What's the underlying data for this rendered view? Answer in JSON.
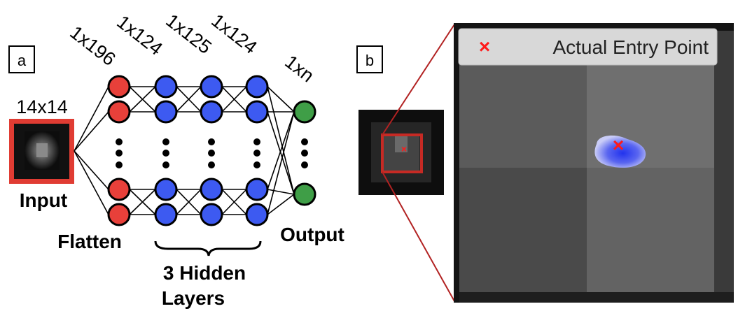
{
  "panel_a": {
    "tag": "a",
    "input_size": "14x14",
    "input_label": "Input",
    "flatten_label": "Flatten",
    "hidden_label_line1": "3 Hidden",
    "hidden_label_line2": "Layers",
    "output_label": "Output",
    "layer_sizes": [
      "1x196",
      "1x124",
      "1x125",
      "1x124"
    ],
    "output_size": "1xn",
    "colors": {
      "input_layer": "#e8403a",
      "hidden_layer": "#3d5af1",
      "output_layer": "#3f9e47",
      "frame": "#e03c33"
    }
  },
  "panel_b": {
    "tag": "b",
    "legend_label": "Actual Entry Point",
    "marker_glyph": "×",
    "colors": {
      "marker": "#ff1a1a",
      "zoom_lines": "#b22222",
      "blob": "#5a66f0"
    }
  }
}
